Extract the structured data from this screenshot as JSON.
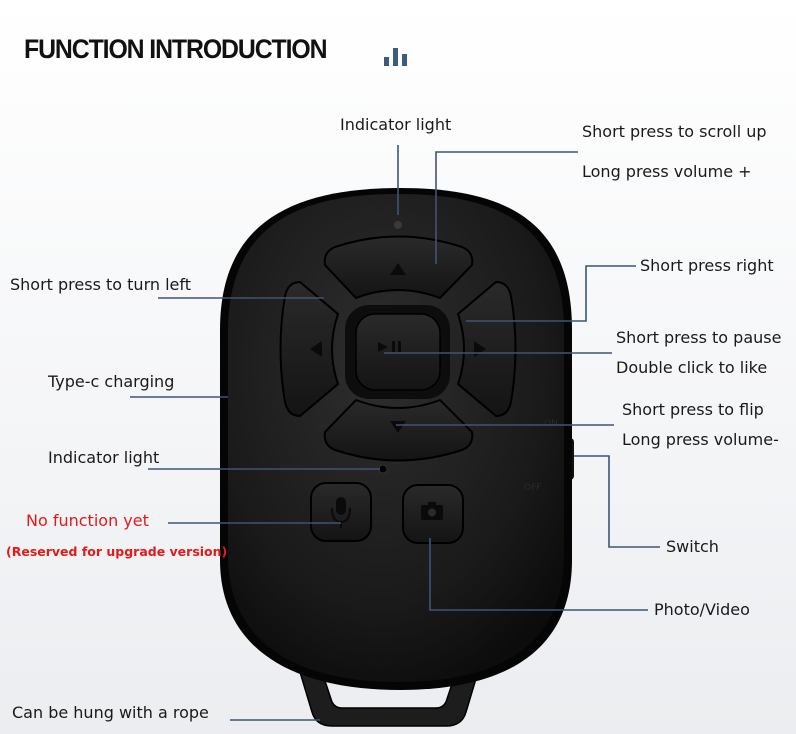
{
  "title": "FUNCTION INTRODUCTION",
  "labels": {
    "indicator_top": "Indicator light",
    "scroll_up": "Short press to scroll up",
    "volume_plus": "Long press volume +",
    "turn_left": "Short press to turn left",
    "press_right": "Short press right",
    "pause": "Short press to pause",
    "double_click": "Double click to like",
    "type_c": "Type-c charging",
    "flip": "Short press to flip",
    "volume_minus": "Long press volume-",
    "indicator_bottom": "Indicator light",
    "no_function": "No function yet",
    "reserved": "(Reserved for upgrade version)",
    "switch": "Switch",
    "photo_video": "Photo/Video",
    "rope": "Can be hung with a rope"
  },
  "switch_marks": {
    "on": "ON",
    "off": "OFF"
  },
  "colors": {
    "device_body": "#1b1b1b",
    "callout_line": "#3e5478",
    "warning_text": "#e21a1a",
    "title_text": "#111111",
    "bars_icon": "#3d5a80"
  },
  "icons": [
    "bar-chart-icon",
    "up-arrow-icon",
    "down-arrow-icon",
    "left-arrow-icon",
    "right-arrow-icon",
    "play-pause-icon",
    "microphone-icon",
    "camera-icon"
  ]
}
